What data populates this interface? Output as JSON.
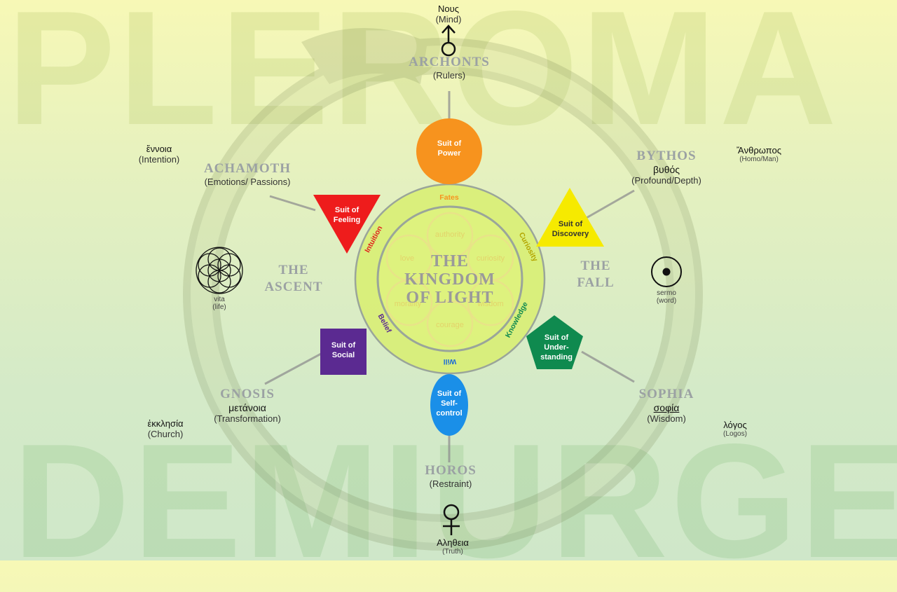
{
  "watermarks": {
    "top": "PLEROMA",
    "bottom": "DEMIURGE"
  },
  "center": {
    "title_lines": [
      "THE",
      "KINGDOM",
      "OF LIGHT"
    ]
  },
  "inner_circles": [
    "authority",
    "love",
    "curiosity",
    "morality",
    "wisdom",
    "courage"
  ],
  "ring_labels": {
    "fates": "Fates",
    "intuition": "Intuition",
    "curiosity": "Curiosity",
    "knowledge": "Knowledge",
    "will": "Will",
    "belief": "Belief"
  },
  "suits": {
    "power": [
      "Suit of",
      "Power"
    ],
    "feeling": [
      "Suit of",
      "Feeling"
    ],
    "discovery": [
      "Suit of",
      "Discovery"
    ],
    "social": [
      "Suit of",
      "Social"
    ],
    "understanding": [
      "Suit of",
      "Under-",
      "standing"
    ],
    "selfcontrol": [
      "Suit of",
      "Self-",
      "control"
    ]
  },
  "regions": {
    "archons": {
      "name": "ARCHONTS",
      "sub": "(Rulers)"
    },
    "achamoth": {
      "name": "ACHAMOTH",
      "sub": "(Emotions/ Passions)"
    },
    "bythos": {
      "name": "BYTHOS",
      "greek": "βυθός",
      "sub": "(Profound/Depth)"
    },
    "gnosis": {
      "name": "GNOSIS",
      "greek": "μετάνοια",
      "sub": "(Transformation)"
    },
    "sophia": {
      "name": "SOPHIA",
      "greek": "σοφία",
      "sub": "(Wisdom)"
    },
    "horos": {
      "name": "HOROS",
      "sub": "(Restraint)"
    }
  },
  "phases": {
    "ascent": [
      "THE",
      "ASCENT"
    ],
    "fall": [
      "THE",
      "FALL"
    ]
  },
  "symbols": {
    "nous": {
      "greek": "Νους",
      "sub": "(Mind)"
    },
    "ennoia": {
      "greek": "ἔννοια",
      "sub": "(Intention)"
    },
    "anthropos": {
      "greek": "Ἄνθρωπος",
      "sub": "(Homo/Man)"
    },
    "vita": {
      "name": "vita",
      "sub": "(life)"
    },
    "sermo": {
      "name": "sermo",
      "sub": "(word)"
    },
    "ekklesia": {
      "greek": "ἐκκλησία",
      "sub": "(Church)"
    },
    "logos": {
      "greek": "λόγος",
      "sub": "(Logos)"
    },
    "aletheia": {
      "greek": "Αληθεια",
      "sub": "(Truth)"
    }
  },
  "colors": {
    "power": "#f7931e",
    "feeling": "#ee1c1c",
    "discovery": "#f6ea00",
    "social": "#5b2a91",
    "understanding": "#0f8a4f",
    "selfcontrol": "#1a8fe8",
    "ring_fill": "#d8ee70",
    "ring_stroke": "#9aa59a"
  }
}
